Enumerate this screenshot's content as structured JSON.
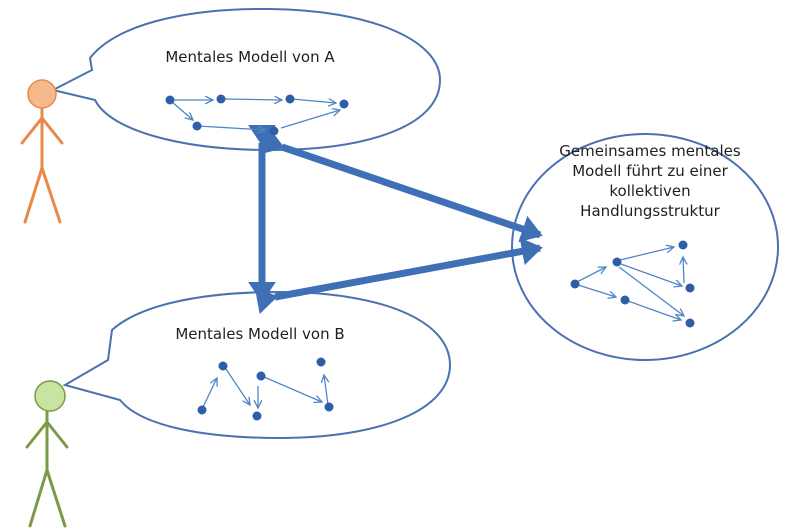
{
  "bubble_a": {
    "title": "Mentales Modell von A"
  },
  "bubble_b": {
    "title": "Mentales Modell von B"
  },
  "shared": {
    "lines": [
      "Gemeinsames mentales",
      "Modell führt zu einer",
      "kollektiven",
      "Handlungsstruktur"
    ]
  },
  "colors": {
    "bubble_outline": "#4a72b0",
    "node": "#2f5ea8",
    "edge": "#4f86c6",
    "big_arrow": "#3f6fb5",
    "person_a": "#e8894a",
    "person_a_head": "#f5b98c",
    "person_b": "#7a9a45",
    "person_b_head": "#c9e4a0"
  }
}
